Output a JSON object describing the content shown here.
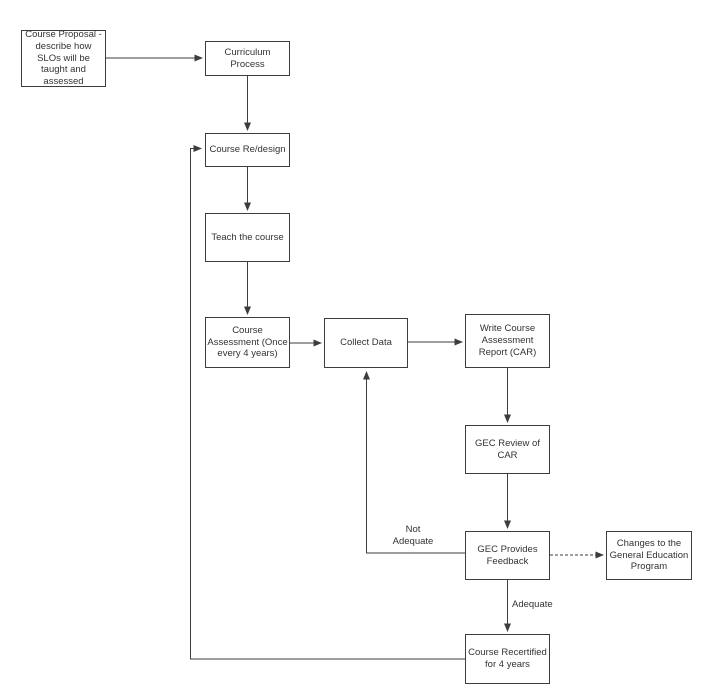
{
  "diagram": {
    "type": "flowchart",
    "colors": {
      "stroke": "#3d3d3d",
      "text": "#333333",
      "background": "#ffffff"
    },
    "nodes": {
      "course_proposal": "Course Proposal - describe how SLOs will be taught and assessed",
      "curriculum_process": "Curriculum Process",
      "course_redesign": "Course Re/design",
      "teach_course": "Teach the course",
      "course_assessment": "Course Assessment (Once every 4 years)",
      "collect_data": "Collect Data",
      "write_car": "Write Course Assessment Report (CAR)",
      "gec_review": "GEC Review of CAR",
      "gec_feedback": "GEC Provides Feedback",
      "changes_gep": "Changes to the General Education Program",
      "course_recertified": "Course Recertified for 4 years"
    },
    "edge_labels": {
      "not_adequate": "Not Adequate",
      "adequate": "Adequate"
    },
    "edges": [
      {
        "from": "course_proposal",
        "to": "curriculum_process",
        "style": "solid"
      },
      {
        "from": "curriculum_process",
        "to": "course_redesign",
        "style": "solid"
      },
      {
        "from": "course_redesign",
        "to": "teach_course",
        "style": "solid"
      },
      {
        "from": "teach_course",
        "to": "course_assessment",
        "style": "solid"
      },
      {
        "from": "course_assessment",
        "to": "collect_data",
        "style": "solid"
      },
      {
        "from": "collect_data",
        "to": "write_car",
        "style": "solid"
      },
      {
        "from": "write_car",
        "to": "gec_review",
        "style": "solid"
      },
      {
        "from": "gec_review",
        "to": "gec_feedback",
        "style": "solid"
      },
      {
        "from": "gec_feedback",
        "to": "changes_gep",
        "style": "dashed"
      },
      {
        "from": "gec_feedback",
        "to": "collect_data",
        "style": "solid",
        "label": "Not Adequate"
      },
      {
        "from": "gec_feedback",
        "to": "course_recertified",
        "style": "solid",
        "label": "Adequate"
      },
      {
        "from": "course_recertified",
        "to": "course_redesign",
        "style": "solid"
      }
    ]
  }
}
